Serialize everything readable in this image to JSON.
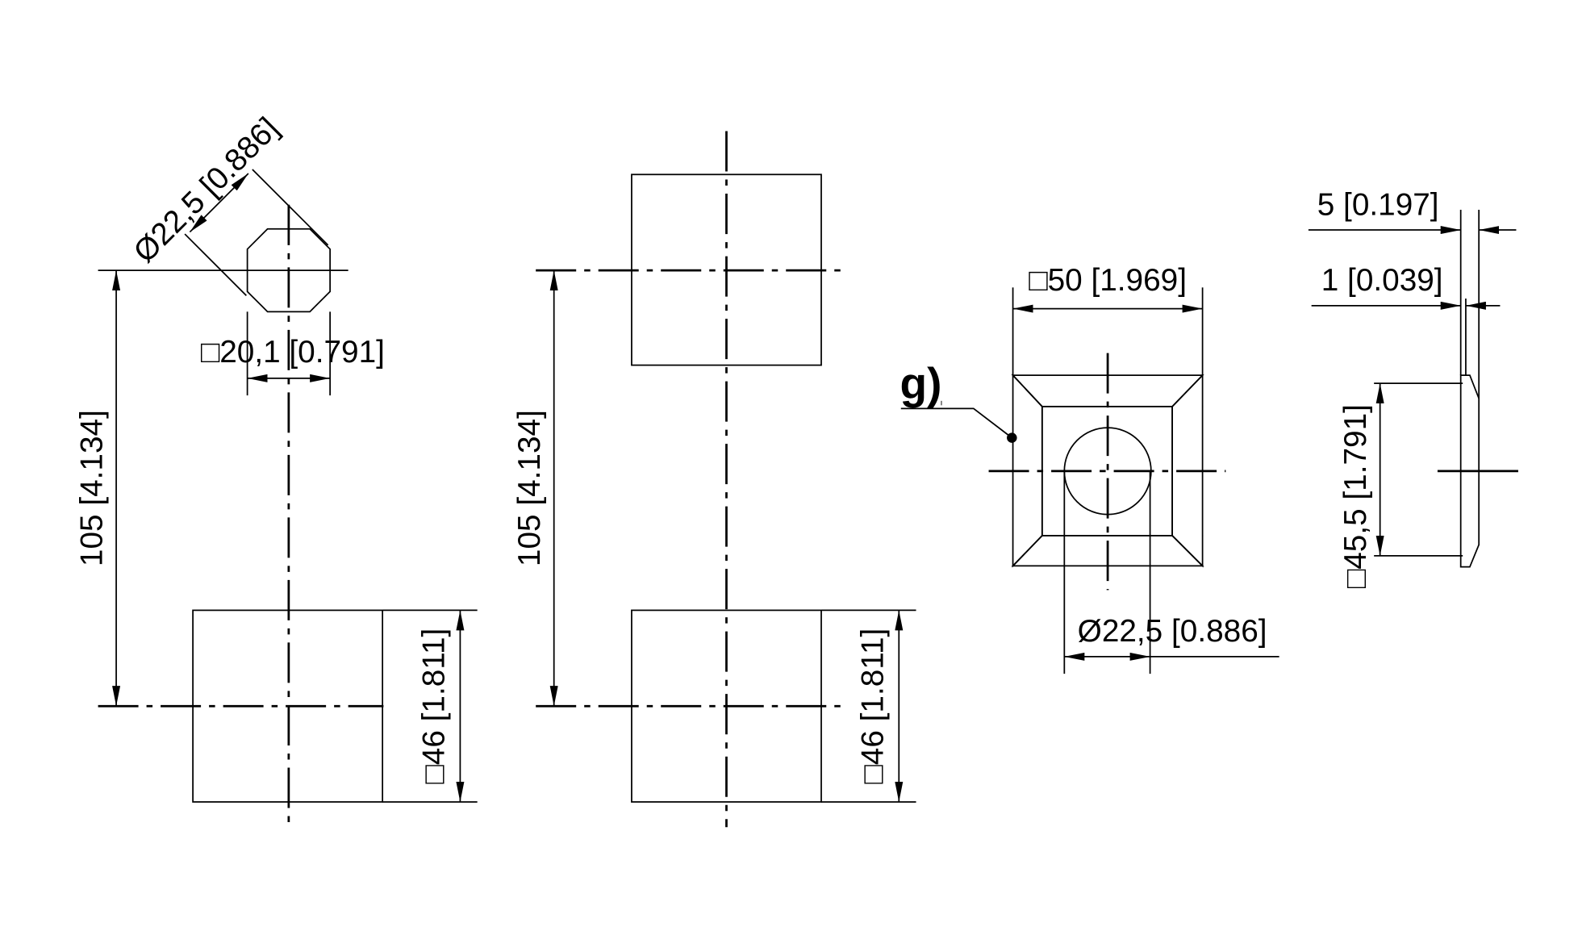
{
  "title": "Mounting cutout and plate dimensions",
  "views": {
    "left": {
      "hole_diameter": "Ø22,5 [0.886]",
      "cutout_square": "□20,1 [0.791]",
      "spacing": "105 [4.134]",
      "plate_square": "□46 [1.811]"
    },
    "middle": {
      "spacing": "105 [4.134]",
      "plate_square": "□46 [1.811]"
    },
    "plate": {
      "label": "g)",
      "outer_square": "□50 [1.969]",
      "hole_diameter": "Ø22,5 [0.886]",
      "colors": {
        "top": "#c9c9c9",
        "left": "#b3b3b3",
        "bottom": "#a9a9a9",
        "right": "#d6d6d6",
        "face": "#c8c8c8"
      }
    },
    "side": {
      "thickness": "5 [0.197]",
      "flange": "1 [0.039]",
      "inner_square": "□45,5 [1.791]"
    }
  }
}
